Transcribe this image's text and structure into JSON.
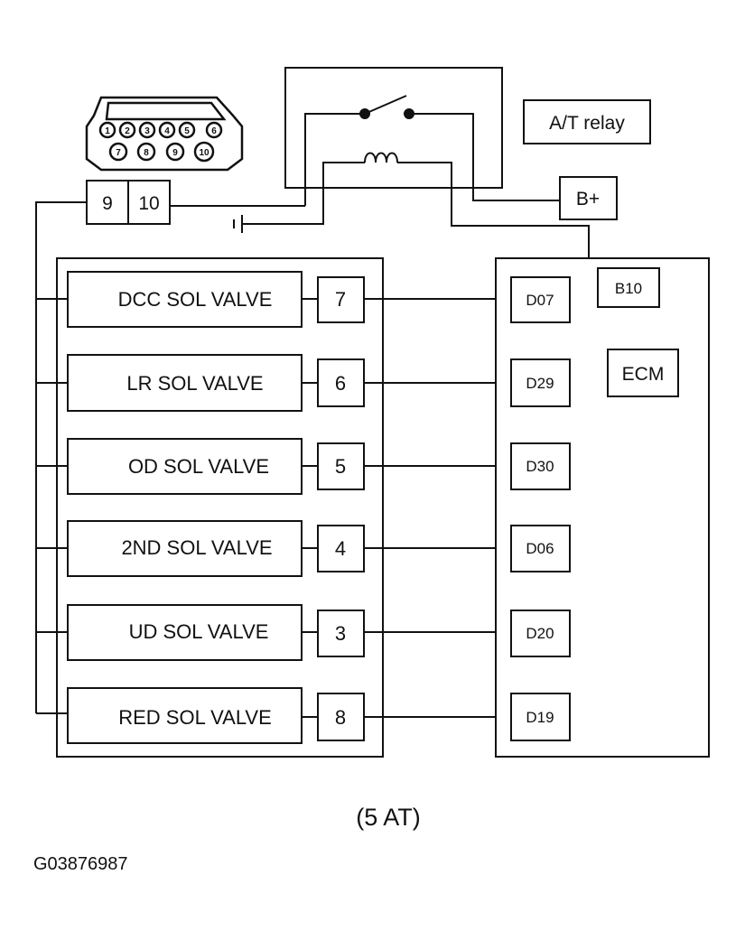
{
  "relay": {
    "label": "A/T relay",
    "battery": "B+"
  },
  "connector": {
    "pins_top": [
      "1",
      "2",
      "3",
      "4",
      "5",
      "6"
    ],
    "pins_bottom": [
      "7",
      "8",
      "9",
      "10"
    ],
    "left_box": "9",
    "right_box": "10"
  },
  "solenoids": [
    {
      "label": "DCC SOL VALVE",
      "pin": "7",
      "ecm": "D07"
    },
    {
      "label": "LR SOL VALVE",
      "pin": "6",
      "ecm": "D29"
    },
    {
      "label": "OD SOL VALVE",
      "pin": "5",
      "ecm": "D30"
    },
    {
      "label": "2ND SOL VALVE",
      "pin": "4",
      "ecm": "D06"
    },
    {
      "label": "UD SOL VALVE",
      "pin": "3",
      "ecm": "D20"
    },
    {
      "label": "RED SOL VALVE",
      "pin": "8",
      "ecm": "D19"
    }
  ],
  "ecm": {
    "label": "ECM",
    "terminal": "B10"
  },
  "caption": "(5 AT)",
  "figure_code": "G03876987"
}
